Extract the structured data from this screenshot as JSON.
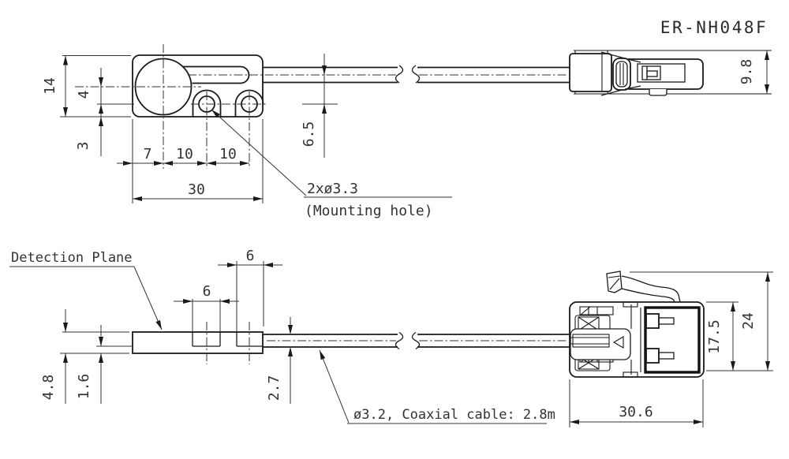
{
  "drawing": {
    "title": "ER-NH048F",
    "labels": {
      "detection_plane": "Detection Plane",
      "mounting_hole_callout": "2xø3.3",
      "mounting_hole_note": "(Mounting hole)",
      "cable_callout": "ø3.2, Coaxial cable: 2.8m"
    },
    "dims": {
      "head_height": "14",
      "axis_offset": "4",
      "hole_edge": "3",
      "hole_left": "7",
      "hole_pitch_a": "10",
      "hole_pitch_b": "10",
      "head_width": "30",
      "cable_axis_offset": "6.5",
      "plug_height": "9.8",
      "head_thickness": "4.8",
      "base_thickness": "1.6",
      "slot_a": "6",
      "slot_b": "6",
      "cable_exit": "2.7",
      "plug_body_height": "17.5",
      "plug_overall_height": "24",
      "plug_length": "30.6"
    },
    "line_color": "#1a1a1a",
    "background": "#ffffff"
  }
}
